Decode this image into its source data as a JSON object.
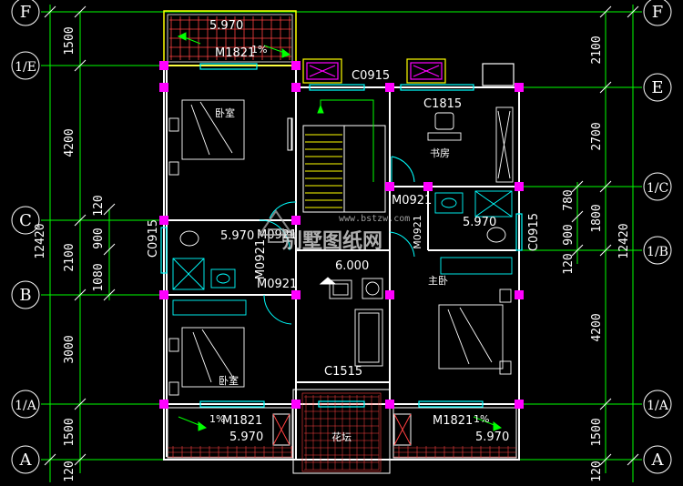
{
  "axes_left": {
    "F": "F",
    "E1": "1/E",
    "C": "C",
    "B": "B",
    "A1": "1/A",
    "A": "A"
  },
  "axes_right": {
    "F": "F",
    "E": "E",
    "C1": "1/C",
    "B1": "1/B",
    "A1": "1/A",
    "A": "A"
  },
  "dims_left": {
    "d1": "1500",
    "d2": "4200",
    "d3": "120",
    "d4": "900",
    "d5": "2100",
    "d6": "1080",
    "d7": "3000",
    "d8": "1500",
    "d9": "120",
    "total": "12420"
  },
  "dims_right": {
    "d1": "2100",
    "d2": "2700",
    "d3": "780",
    "d4": "1800",
    "d5": "900",
    "d6": "120",
    "d7": "4200",
    "d8": "1500",
    "d9": "120",
    "total": "12420"
  },
  "rooms": {
    "bedroom_nw": "卧室",
    "bedroom_sw": "卧室",
    "study": "书房",
    "master": "主卧",
    "garden": "花坛"
  },
  "labels": {
    "elev_top": "5.970",
    "door_top": "M1821",
    "win_c0915_top": "C0915",
    "win_c1815": "C1815",
    "door_m0921_a": "M0921",
    "elev_bath_r": "5.970",
    "win_c0915_left": "C0915",
    "elev_bath_l": "5.970",
    "door_m0921_b": "M0921",
    "door_m0921_c": "M0921",
    "door_m0921_d": "M0921",
    "door_m0921_e": "M0921",
    "elev_center": "6.000",
    "win_c0915_right": "C0915",
    "win_c1515": "C1515",
    "door_bl": "M1821",
    "elev_bl": "5.970",
    "door_br": "M1821",
    "elev_br": "5.970",
    "pct_a": "1%",
    "pct_b": "1%",
    "pct_c": "1%"
  },
  "watermark": {
    "text": "别墅图纸网",
    "url": "www.bstzw.com"
  },
  "colors": {
    "wall": "#ffffff",
    "column": "#ff00ff",
    "axis": "#00ff00",
    "window": "#00ffff",
    "balcony": "#ffff00",
    "stair": "#ffff00",
    "door": "#00ffff",
    "hatch": "#ff4040"
  }
}
